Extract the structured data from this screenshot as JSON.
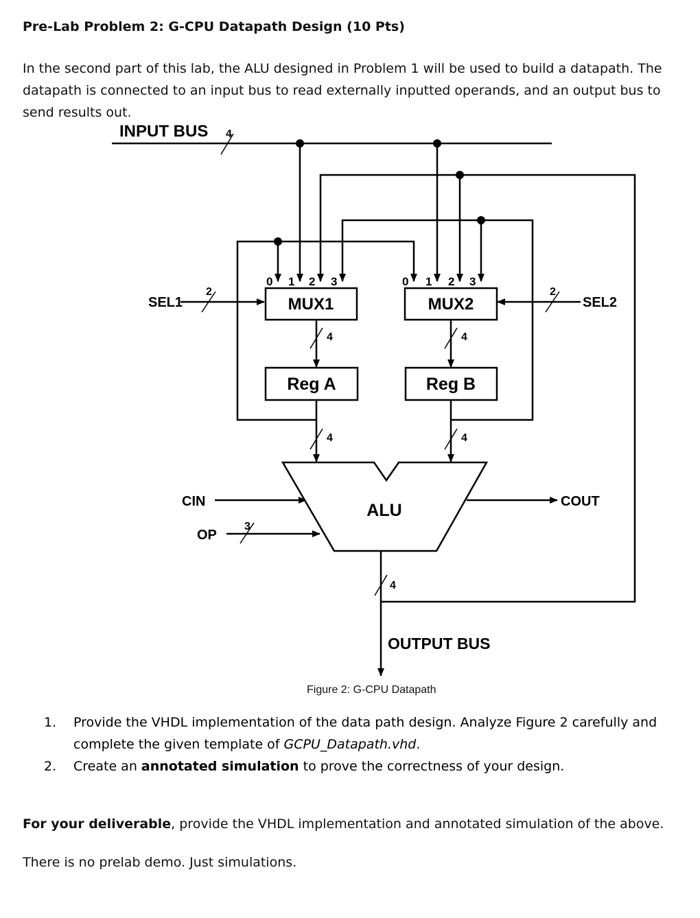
{
  "heading": "Pre-Lab Problem 2: G-CPU Datapath Design (10 Pts)",
  "intro": "In the second part of this lab, the ALU designed in Problem 1 will be used to build a datapath. The datapath is connected to an input bus to read externally inputted operands, and an output bus to send results out.",
  "figure": {
    "input_bus": "INPUT BUS",
    "input_bus_width": "4",
    "mux1": "MUX1",
    "mux2": "MUX2",
    "mux_inputs": [
      "0",
      "1",
      "2",
      "3"
    ],
    "sel1": "SEL1",
    "sel1_width": "2",
    "sel2": "SEL2",
    "sel2_width": "2",
    "reg_a": "Reg A",
    "reg_b": "Reg B",
    "bus_width": "4",
    "alu": "ALU",
    "cin": "CIN",
    "op": "OP",
    "op_width": "3",
    "cout": "COUT",
    "output_bus": "OUTPUT BUS",
    "caption": "Figure 2: G-CPU Datapath"
  },
  "tasks": [
    {
      "number": "1.",
      "text_a": "Provide the VHDL implementation of the data path design. Analyze Figure 2 carefully and complete the given template of ",
      "file": "GCPU_Datapath.vhd",
      "text_b": "."
    },
    {
      "number": "2.",
      "text_a": "Create an ",
      "bold": "annotated simulation",
      "text_b": " to prove the correctness of your design."
    }
  ],
  "deliverable": {
    "bold": "For your deliverable",
    "rest": ", provide the VHDL implementation and annotated simulation of the above."
  },
  "no_demo": "There is no prelab demo. Just simulations."
}
